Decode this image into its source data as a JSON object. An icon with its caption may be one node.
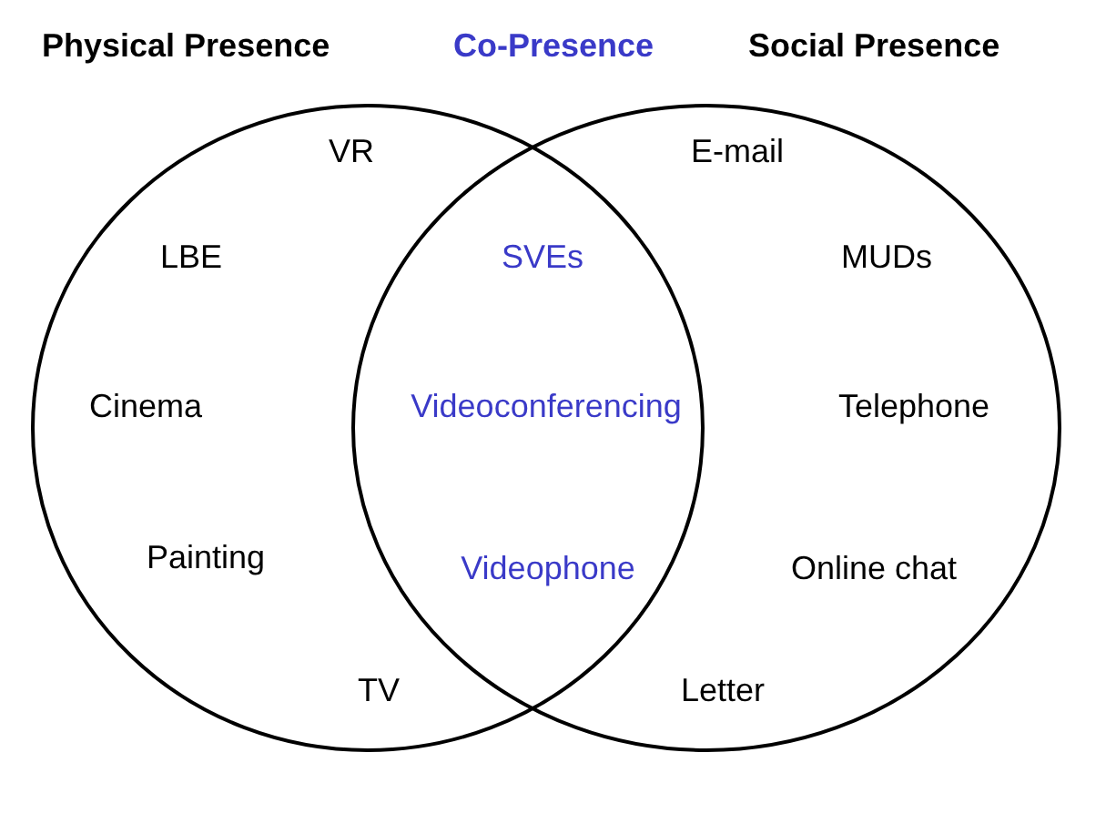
{
  "diagram": {
    "nodes": [
      {
        "text": [
          "Physical Presence"
        ]
      },
      {
        "text": [
          "Social Presence"
        ]
      }
    ],
    "labels": [
      "Co-Presence",
      "VR",
      "E-mail",
      "LBE",
      "SVEs",
      "MUDs",
      "Cinema",
      "Videoconferencing",
      "Telephone",
      "Painting",
      "Videophone",
      "Online chat",
      "TV",
      "Letter"
    ]
  }
}
